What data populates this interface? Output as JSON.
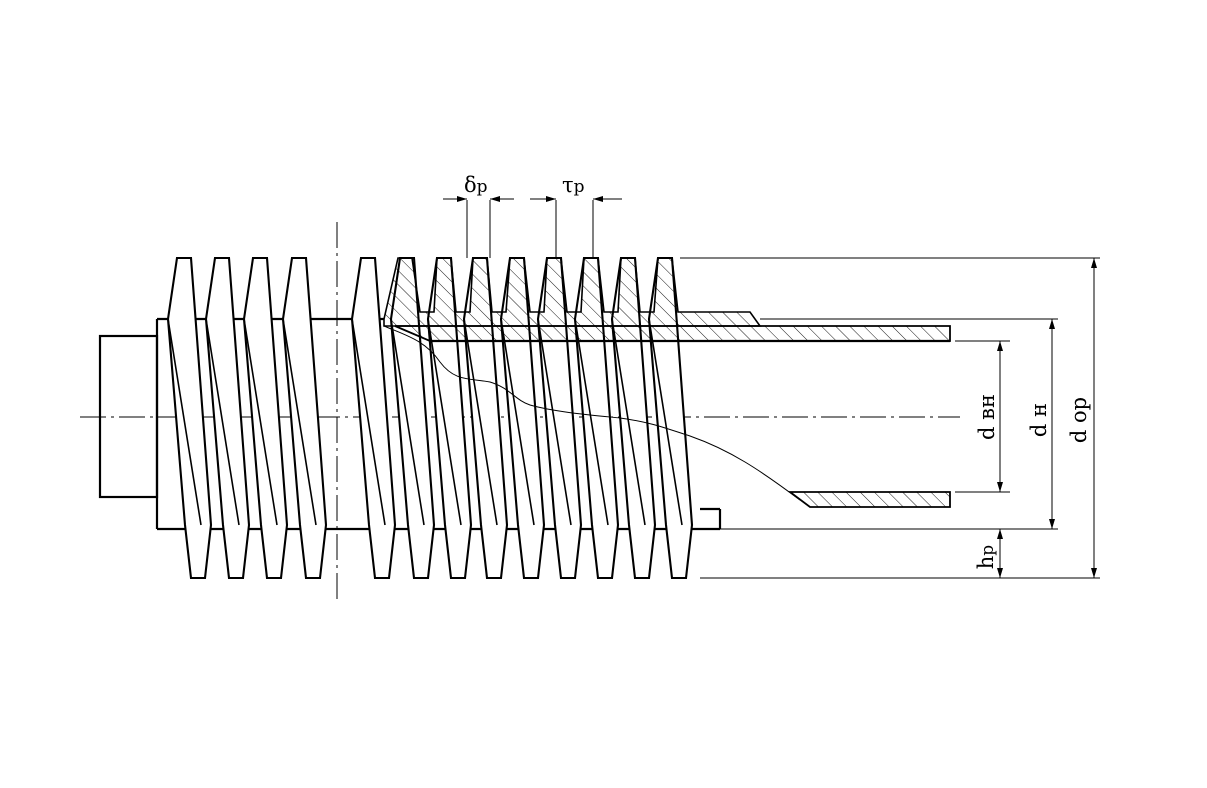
{
  "title": "",
  "labels": {
    "fin_thickness": {
      "main": "δ",
      "sub": "р"
    },
    "fin_pitch": {
      "main": "τ",
      "sub": "р"
    },
    "fin_height": {
      "main": "h",
      "sub": "р"
    },
    "inner_diameter": "d вн",
    "outer_diameter": "d н",
    "fin_diameter": "d ор"
  },
  "colors": {
    "line": "#000000",
    "background": "#ffffff"
  }
}
